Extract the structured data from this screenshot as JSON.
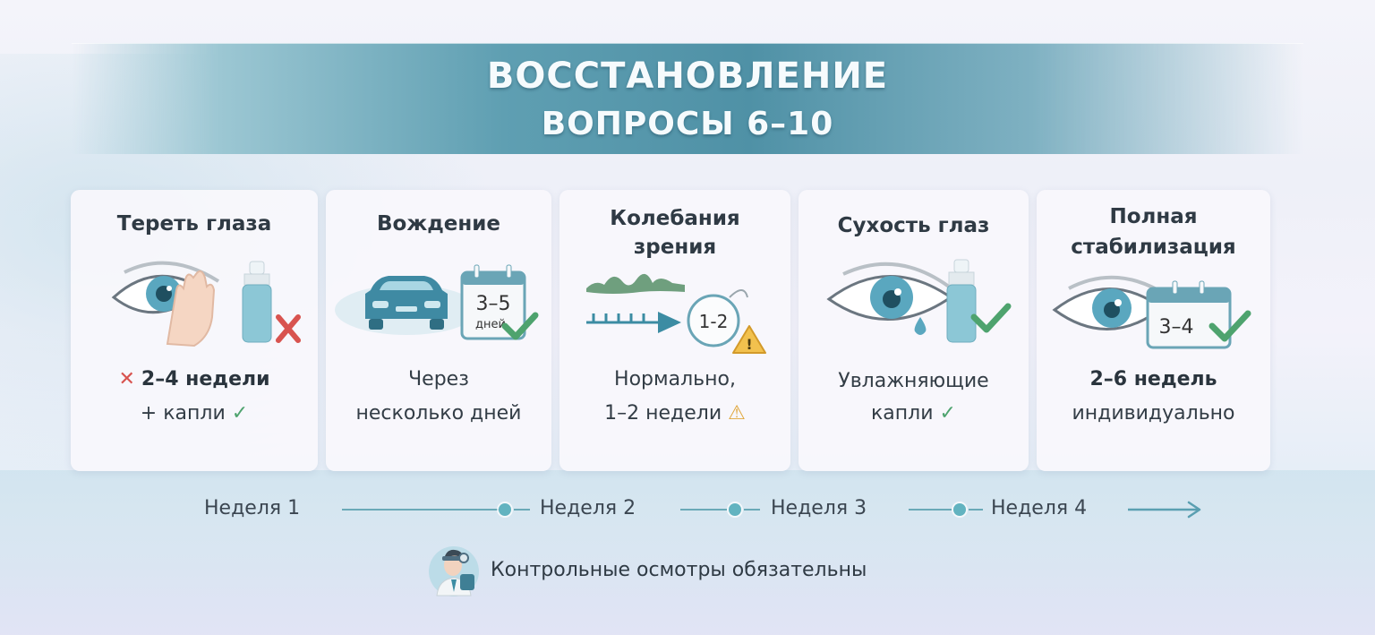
{
  "header": {
    "title_line1": "ВОССТАНОВЛЕНИЕ",
    "title_line2": "ВОПРОСЫ 6–10"
  },
  "cards": [
    {
      "title": "Тереть глаза",
      "illustration": "eye-hand-drops-forbidden",
      "line1_icon": "cross-icon",
      "line1": "2–4 недели",
      "line2": "+ капли",
      "line2_icon": "check-icon"
    },
    {
      "title": "Вождение",
      "illustration": "car-calendar",
      "calendar_range": "3–5",
      "calendar_unit": "дней",
      "line1": "Через",
      "line2": "несколько дней"
    },
    {
      "title_line1": "Колебания",
      "title_line2": "зрения",
      "illustration": "wave-arrow-timer",
      "timer_label": "1-2",
      "line1": "Нормально,",
      "line2": "1–2 недели",
      "line2_icon": "warning-icon"
    },
    {
      "title": "Сухость глаз",
      "illustration": "eye-tear-drops",
      "line1": "Увлажняющие",
      "line2": "капли",
      "line2_icon": "check-icon"
    },
    {
      "title_line1": "Полная",
      "title_line2": "стабилизация",
      "illustration": "eye-calendar",
      "calendar_range": "3–4",
      "line1": "2–6 недель",
      "line2": "индивидуально"
    }
  ],
  "timeline": {
    "labels": [
      "Неделя 1",
      "Неделя 2",
      "Неделя 3",
      "Неделя 4"
    ]
  },
  "footer": {
    "icon": "doctor-icon",
    "text": "Контрольные осмотры обязательны"
  },
  "colors": {
    "accent_teal": "#4f91a6",
    "cross_red": "#d8534f",
    "check_green": "#4ea36e",
    "warning_yellow": "#e0a63a",
    "eye_blue": "#5aa7bf"
  }
}
